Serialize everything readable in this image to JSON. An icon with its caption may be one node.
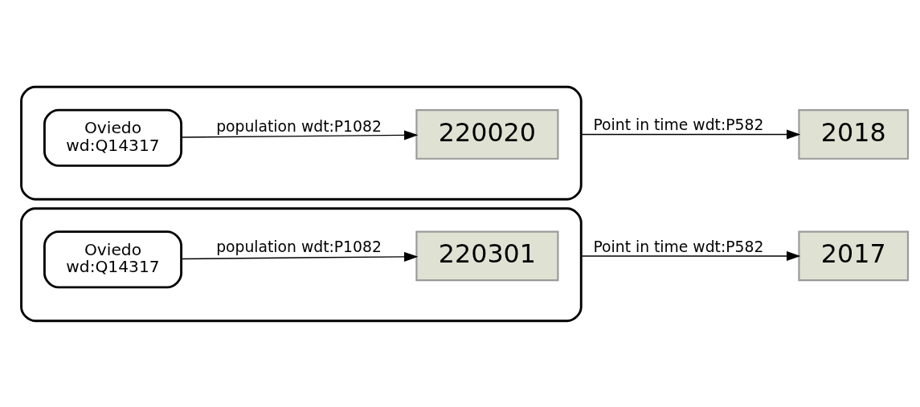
{
  "diagram": {
    "nodes": [
      {
        "text": [],
        "shape": "box"
      },
      {
        "text": [
          "Oviedo",
          "wd:Q14317"
        ],
        "in": 0
      },
      {
        "text": [
          "220020"
        ],
        "in": 0
      },
      {
        "text": [
          "2018"
        ]
      },
      {
        "text": [],
        "shape": "box"
      },
      {
        "text": [
          "Oviedo",
          "wd:Q14317"
        ],
        "in": 4
      },
      {
        "text": [
          "220301"
        ],
        "in": 4
      },
      {
        "text": [
          "2017"
        ]
      }
    ],
    "edges": [
      {
        "from": 1,
        "to": 2,
        "arrow": "to",
        "label": "population wdt:P1082"
      },
      {
        "from": 0,
        "to": 3,
        "arrow": "to",
        "label": "Point in time wdt:P582"
      },
      {
        "from": 5,
        "to": 6,
        "arrow": "to",
        "label": "population wdt:P1082"
      },
      {
        "from": 4,
        "to": 7,
        "arrow": "to",
        "label": "Point in time wdt:P582"
      }
    ]
  }
}
